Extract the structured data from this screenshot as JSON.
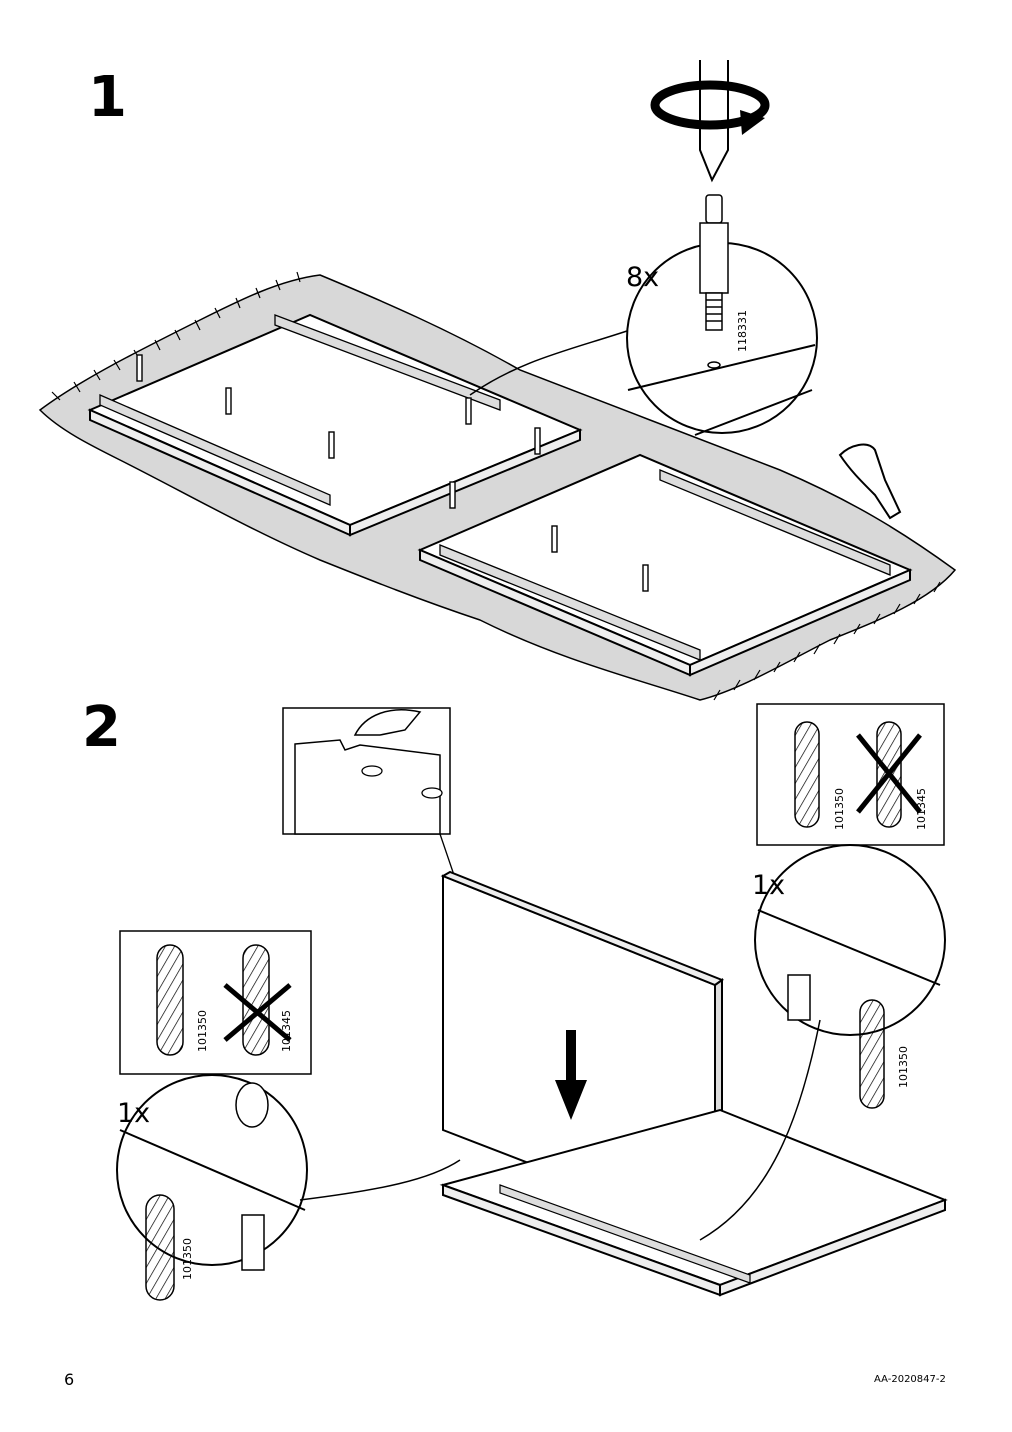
{
  "steps": [
    {
      "number": "1",
      "quantity": "8x",
      "part": "118331"
    },
    {
      "number": "2",
      "quantity_left": "1x",
      "quantity_right": "1x",
      "part_correct": "101350",
      "part_wrong": "101345"
    }
  ],
  "footer": {
    "page_number": "6",
    "doc_code": "AA-2020847-2"
  },
  "icons": [
    "screwdriver-icon",
    "rotate-arrow-icon",
    "hand-pointing-icon",
    "down-arrow-icon",
    "cross-mark-icon"
  ]
}
